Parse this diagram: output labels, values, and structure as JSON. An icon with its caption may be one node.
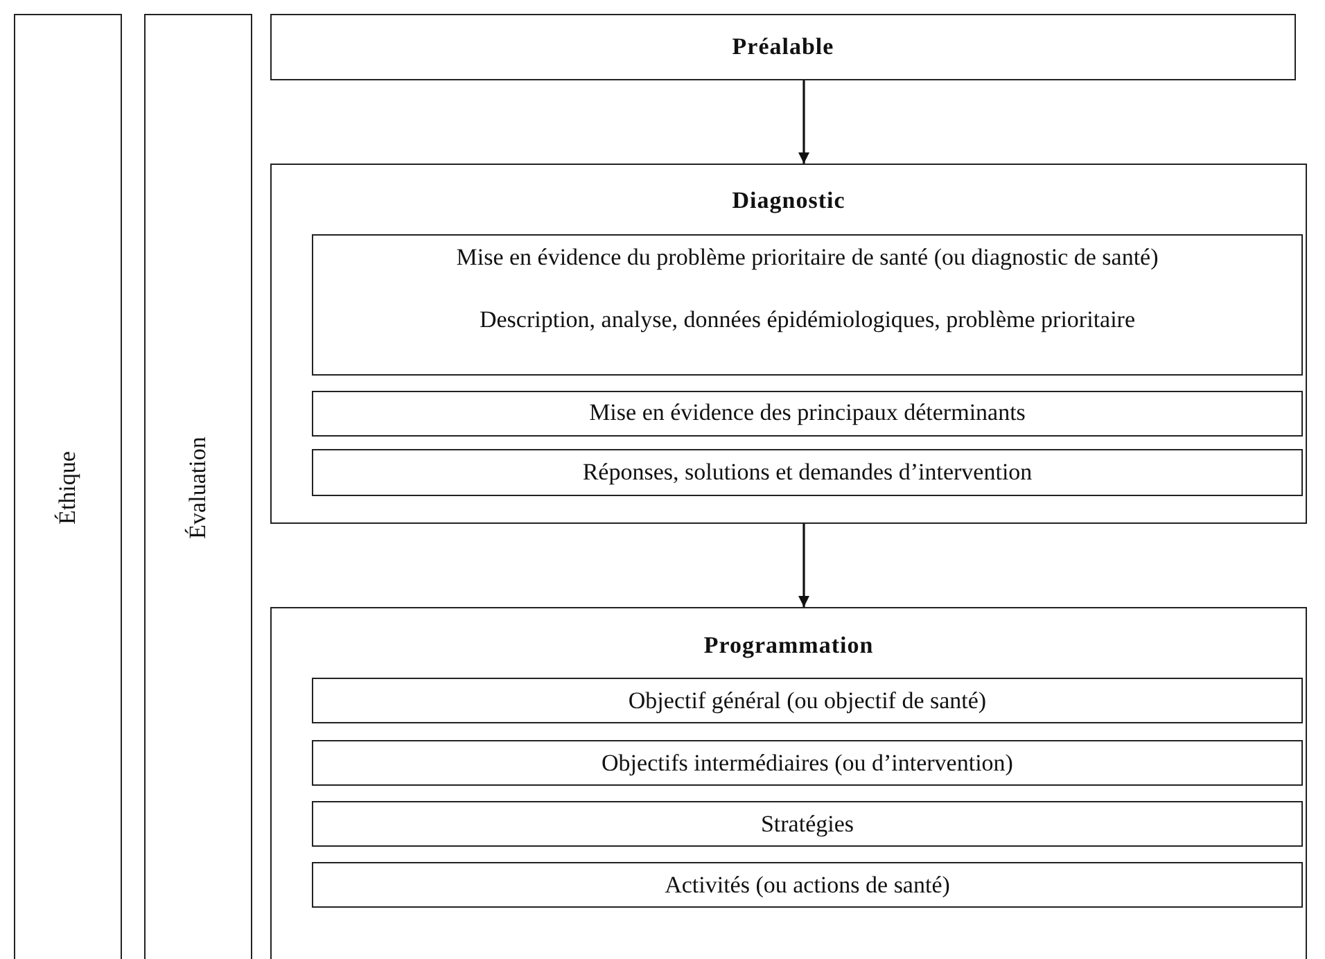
{
  "diagram": {
    "nodes": [
      {
        "text": [
          "Éthique"
        ]
      },
      {
        "text": [
          "Évaluation"
        ]
      },
      {
        "text": [
          "Préalable"
        ]
      },
      {
        "text": [
          "Diagnostic"
        ]
      },
      {
        "text": [
          "Mise en évidence du problème prioritaire de santé (ou diagnostic de santé)",
          "Description, analyse, données épidémiologiques, problème prioritaire"
        ],
        "in": 3
      },
      {
        "text": [
          "Mise en évidence des principaux déterminants"
        ],
        "in": 3
      },
      {
        "text": [
          "Réponses, solutions et demandes d’intervention"
        ],
        "in": 3
      },
      {
        "text": [
          "Programmation"
        ]
      },
      {
        "text": [
          "Objectif général (ou objectif de santé)"
        ],
        "in": 7
      },
      {
        "text": [
          "Objectifs intermédiaires (ou d’intervention)"
        ],
        "in": 7
      },
      {
        "text": [
          "Stratégies"
        ],
        "in": 7
      },
      {
        "text": [
          "Activités (ou actions de santé)"
        ],
        "in": 7
      }
    ],
    "edges": [
      {
        "from": 2,
        "to": 3,
        "arrow": "to"
      },
      {
        "from": 3,
        "to": 7,
        "arrow": "to"
      }
    ]
  }
}
